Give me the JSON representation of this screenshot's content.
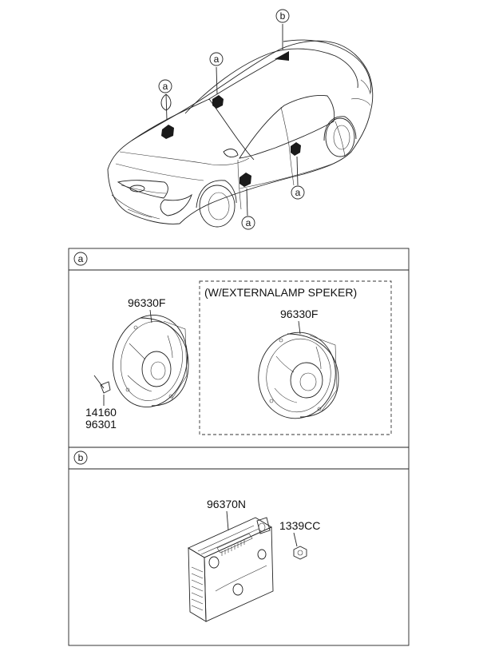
{
  "callouts": {
    "a": "a",
    "b": "b"
  },
  "sections": {
    "a": {
      "tag": "a",
      "speaker_part": "96330F",
      "bolt_part_1": "14160",
      "bolt_part_2": "96301",
      "external_box": {
        "title": "(W/EXTERNALAMP SPEKER)",
        "speaker_part": "96330F"
      }
    },
    "b": {
      "tag": "b",
      "amp_part": "96370N",
      "nut_part": "1339CC"
    }
  }
}
